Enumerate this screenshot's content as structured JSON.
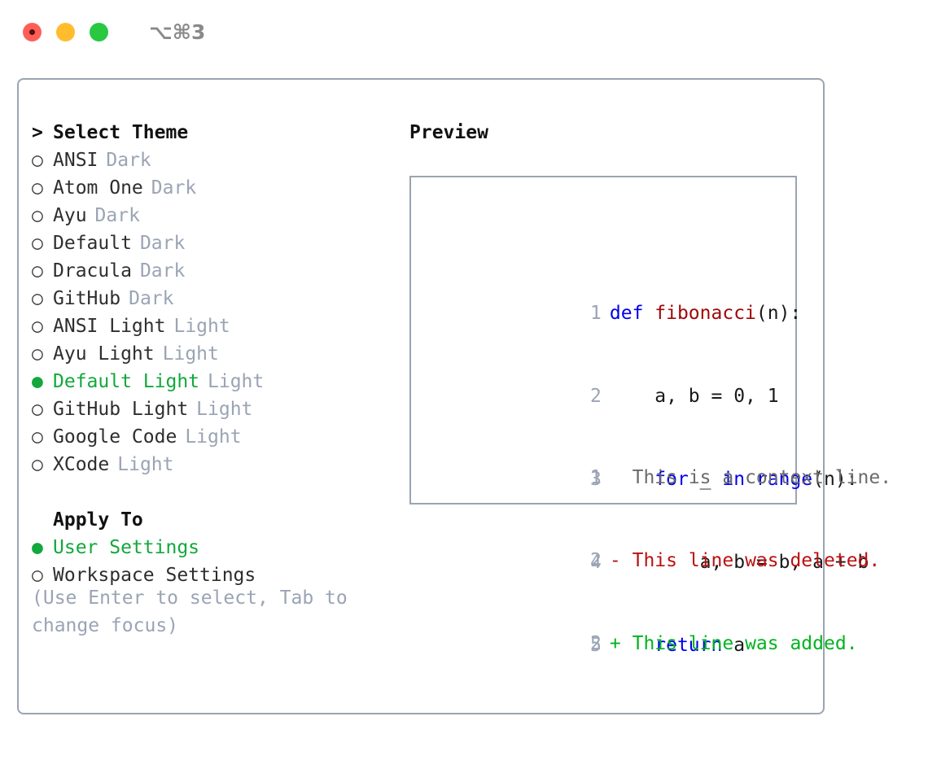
{
  "window": {
    "shortcut": "⌥⌘3",
    "traffic_lights": [
      {
        "name": "close",
        "color": "#ff5f57"
      },
      {
        "name": "minimize",
        "color": "#ffbd2e"
      },
      {
        "name": "maximize",
        "color": "#28c840"
      }
    ]
  },
  "theme_picker": {
    "prompt_marker": ">",
    "title": "Select Theme",
    "bullet_selected": "●",
    "bullet_unselected": "○",
    "items": [
      {
        "label": "ANSI",
        "tag": "Dark",
        "selected": false
      },
      {
        "label": "Atom One",
        "tag": "Dark",
        "selected": false
      },
      {
        "label": "Ayu",
        "tag": "Dark",
        "selected": false
      },
      {
        "label": "Default",
        "tag": "Dark",
        "selected": false
      },
      {
        "label": "Dracula",
        "tag": "Dark",
        "selected": false
      },
      {
        "label": "GitHub",
        "tag": "Dark",
        "selected": false
      },
      {
        "label": "ANSI Light",
        "tag": "Light",
        "selected": false
      },
      {
        "label": "Ayu Light",
        "tag": "Light",
        "selected": false
      },
      {
        "label": "Default Light",
        "tag": "Light",
        "selected": true
      },
      {
        "label": "GitHub Light",
        "tag": "Light",
        "selected": false
      },
      {
        "label": "Google Code",
        "tag": "Light",
        "selected": false
      },
      {
        "label": "XCode",
        "tag": "Light",
        "selected": false
      }
    ]
  },
  "apply_to": {
    "heading": "Apply To",
    "options": [
      {
        "label": "User Settings",
        "selected": true
      },
      {
        "label": "Workspace Settings",
        "selected": false
      }
    ]
  },
  "hint": "(Use Enter to select, Tab to change focus)",
  "preview": {
    "heading": "Preview",
    "code_lines": [
      {
        "num": "1",
        "tokens": [
          {
            "text": "def ",
            "kind": "kw"
          },
          {
            "text": "fibonacci",
            "kind": "fn"
          },
          {
            "text": "(n):",
            "kind": "plain"
          }
        ]
      },
      {
        "num": "2",
        "tokens": [
          {
            "text": "    a, b = 0, 1",
            "kind": "plain"
          }
        ]
      },
      {
        "num": "3",
        "tokens": [
          {
            "text": "    ",
            "kind": "plain"
          },
          {
            "text": "for",
            "kind": "kw"
          },
          {
            "text": " _ ",
            "kind": "plain"
          },
          {
            "text": "in",
            "kind": "kw"
          },
          {
            "text": " ",
            "kind": "plain"
          },
          {
            "text": "range",
            "kind": "kw"
          },
          {
            "text": "(n):",
            "kind": "plain"
          }
        ]
      },
      {
        "num": "4",
        "tokens": [
          {
            "text": "        a, b = b, a + b",
            "kind": "plain"
          }
        ]
      },
      {
        "num": "5",
        "tokens": [
          {
            "text": "    ",
            "kind": "plain"
          },
          {
            "text": "return",
            "kind": "kw"
          },
          {
            "text": " a",
            "kind": "plain"
          }
        ]
      }
    ],
    "diff_lines": [
      {
        "num": "1",
        "marker": " ",
        "text": "This is a context line.",
        "kind": "context"
      },
      {
        "num": "2",
        "marker": "-",
        "text": "This line was deleted.",
        "kind": "deleted"
      },
      {
        "num": "2",
        "marker": "+",
        "text": "This line was added.",
        "kind": "added"
      }
    ]
  },
  "colors": {
    "accent_green": "#12a83c",
    "muted": "#9aa4b4",
    "border": "#9aa4b2",
    "keyword": "#0000ee",
    "function": "#a00808",
    "diff_added": "#00b41e",
    "diff_deleted": "#bb1111",
    "diff_context": "#6b6b6b"
  }
}
